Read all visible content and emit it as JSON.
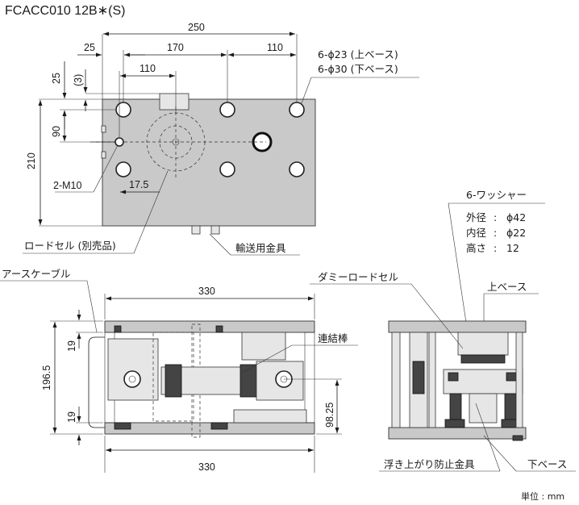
{
  "title": "FCACC010 12B∗(S)",
  "unit_label": "単位 : mm",
  "top_view": {
    "dims": {
      "overall_width": "250",
      "offset_25": "25",
      "span_170": "170",
      "span_110_right": "110",
      "span_110_left": "110",
      "height_210": "210",
      "offset_25_vertical": "25",
      "paren_3": "(3)",
      "span_90": "90",
      "dim_17_5": "17.5"
    },
    "hole_note_upper": "6-ϕ23 (上ベース)",
    "hole_note_lower": "6-ϕ30 (下ベース)",
    "thread_label": "2-M10",
    "load_cell_label": "ロードセル (別売品)",
    "transport_bracket_label": "輸送用金具"
  },
  "washer_spec": {
    "heading": "6-ワッシャー",
    "rows": [
      {
        "name": "外径",
        "sep": ":",
        "value": "ϕ42"
      },
      {
        "name": "内径",
        "sep": ":",
        "value": "ϕ22"
      },
      {
        "name": "高さ",
        "sep": ":",
        "value": "12"
      }
    ]
  },
  "front_view": {
    "earth_cable_label": "アースケーブル",
    "top_width": "330",
    "bottom_width": "330",
    "height_196_5": "196.5",
    "dim_19_top": "19",
    "dim_19_bottom": "19",
    "dim_98_25": "98.25",
    "connecting_rod_label": "連結棒"
  },
  "side_view": {
    "dummy_cell_label": "ダミーロードセル",
    "upper_base_label": "上ベース",
    "lower_base_label": "下ベース",
    "anti_lift_label": "浮き上がり防止金具"
  }
}
